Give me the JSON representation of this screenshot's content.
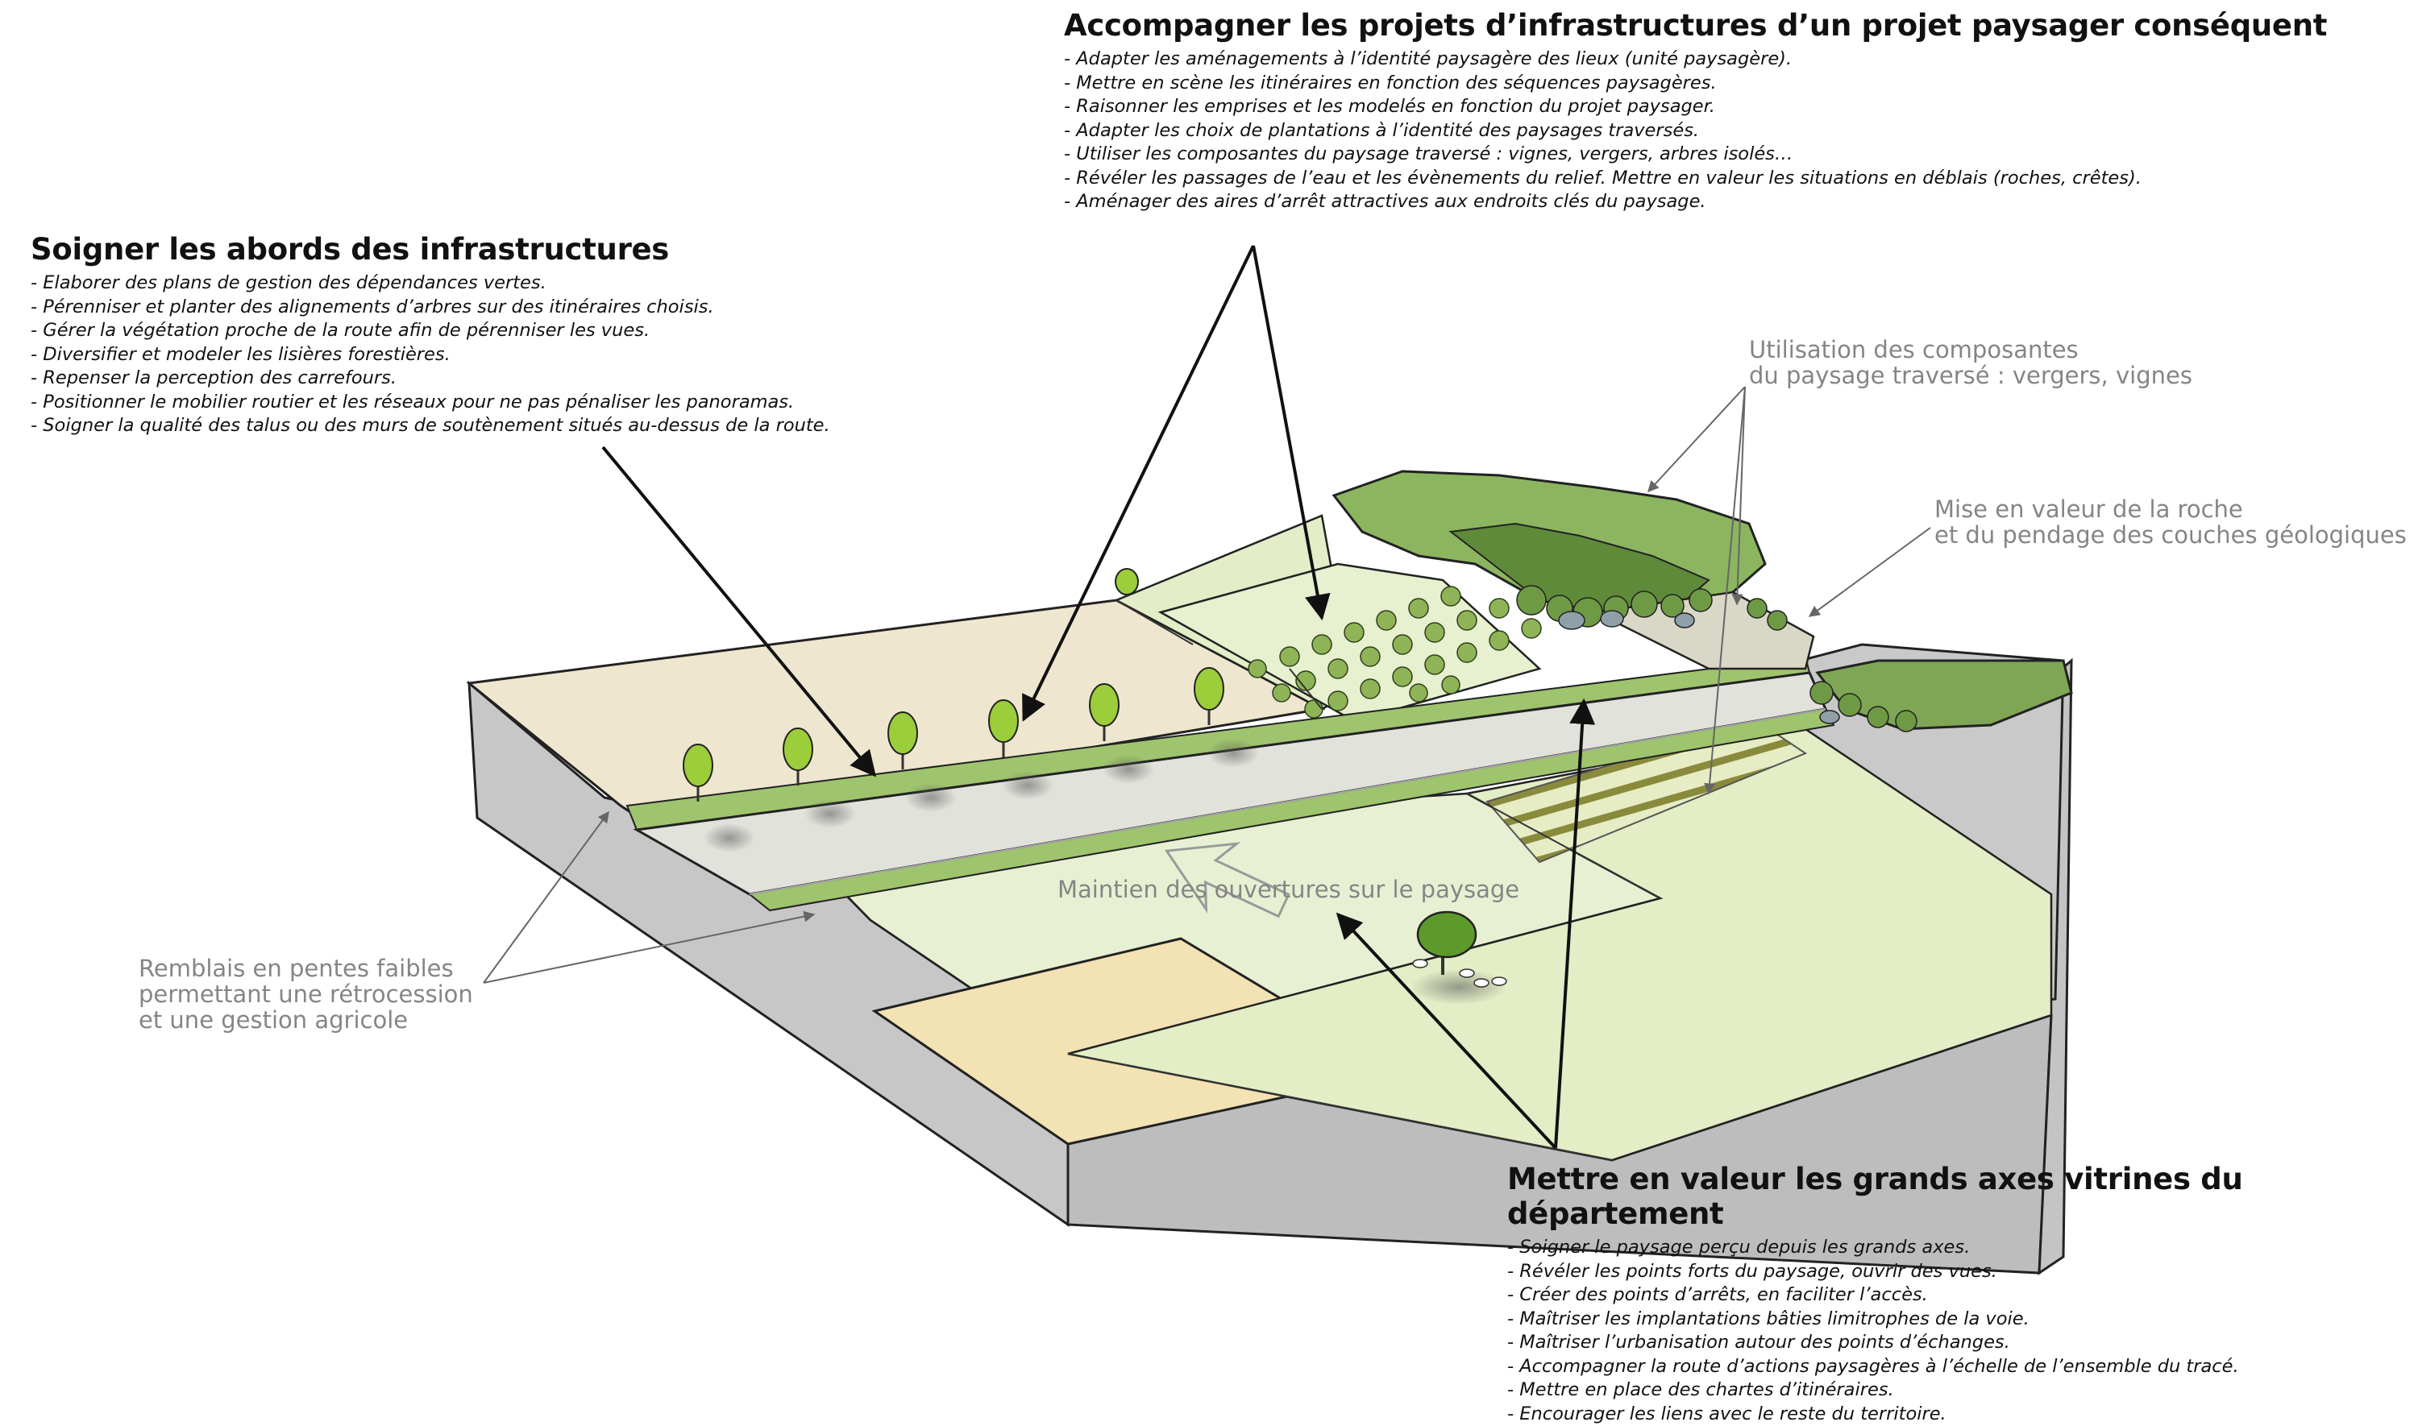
{
  "blocks": {
    "top": {
      "title": "Accompagner les projets d’infrastructures d’un projet paysager conséquent",
      "items": [
        "- Adapter les aménagements à l’identité paysagère des lieux (unité paysagère).",
        "- Mettre en scène les itinéraires en fonction des séquences paysagères.",
        "- Raisonner les emprises et les modelés en fonction du projet paysager.",
        "- Adapter les choix de plantations à l’identité des paysages traversés.",
        "- Utiliser les composantes du paysage traversé : vignes, vergers, arbres isolés…",
        "- Révéler les passages de l’eau et les évènements du relief. Mettre en valeur les situations en déblais (roches, crêtes).",
        "- Aménager des aires d’arrêt attractives aux endroits clés du paysage."
      ]
    },
    "left": {
      "title": "Soigner les abords des infrastructures",
      "items": [
        "- Elaborer des plans de gestion des dépendances vertes.",
        "- Pérenniser et planter des alignements d’arbres sur des itinéraires choisis.",
        "- Gérer la végétation proche de la route afin de pérenniser les vues.",
        "- Diversifier et modeler les lisières forestières.",
        "- Repenser la perception des carrefours.",
        "- Positionner le mobilier routier et les réseaux pour ne pas pénaliser les panoramas.",
        "- Soigner la qualité des talus ou des murs de soutènement situés au-dessus de la route."
      ]
    },
    "bottom": {
      "title": "Mettre en valeur les grands axes vitrines du département",
      "items": [
        "- Soigner le paysage perçu depuis les grands axes.",
        "- Révéler les points forts du paysage, ouvrir des vues.",
        "- Créer des points d’arrêts, en faciliter l’accès.",
        "- Maîtriser les implantations bâties limitrophes de la voie.",
        "- Maîtriser l’urbanisation autour des points d’échanges.",
        "- Accompagner la route d’actions paysagères à l’échelle de l’ensemble du tracé.",
        "- Mettre en place des chartes d’itinéraires.",
        "- Encourager les liens avec le reste du territoire."
      ]
    }
  },
  "labels": {
    "vergers": [
      "Utilisation des composantes",
      "du paysage traversé : vergers, vignes"
    ],
    "roche": [
      "Mise en valeur de la roche",
      "et du pendage des couches géologiques"
    ],
    "remblais": [
      "Remblais en pentes faibles",
      "permettant une rétrocession",
      "et une gestion agricole"
    ],
    "ouvertures": "Maintien des ouvertures sur le paysage"
  },
  "colors": {
    "soil_grey": "#c4c4c4",
    "field_beige": "#efe6cf",
    "field_green": "#e5efcc",
    "field_wheat": "#f2e2b4",
    "road": "#e2e2dc",
    "verge_green": "#9fc46e",
    "forest_dark": "#4f7a32",
    "forest_light": "#8cb560",
    "label_grey": "#858585"
  },
  "icons": [
    "arrow-icon",
    "tree-icon",
    "sheep-icon"
  ]
}
